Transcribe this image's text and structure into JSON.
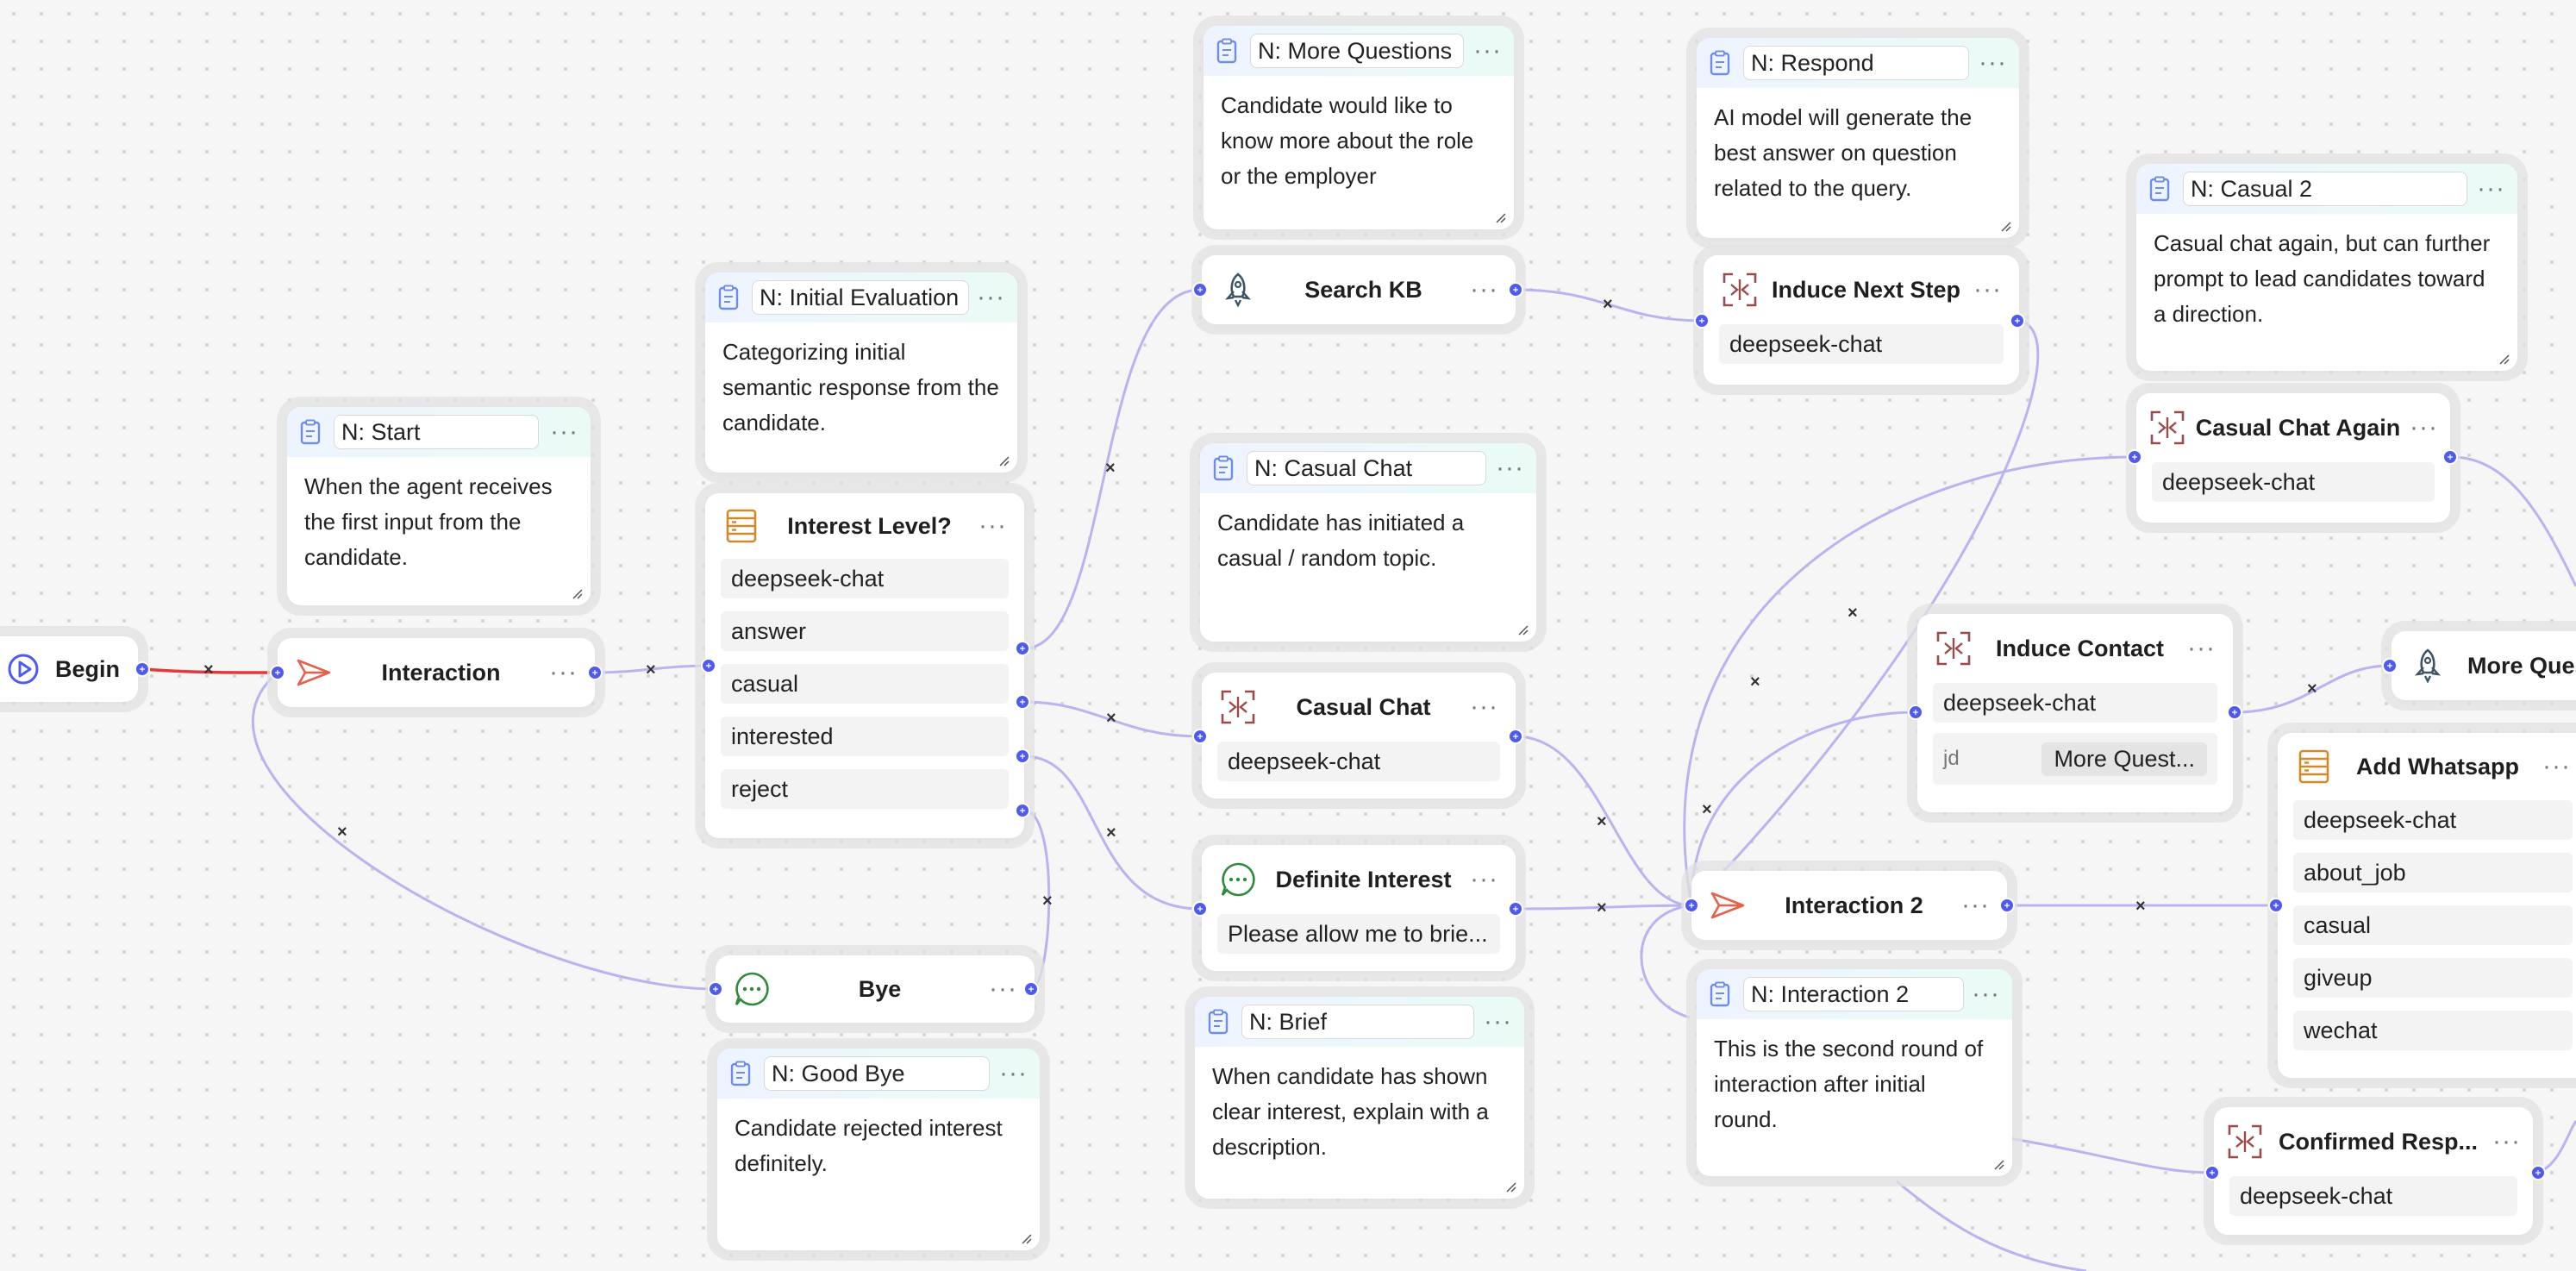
{
  "canvas": {
    "dot_color": "#d4d4d4",
    "edge_color": "#b9b4f0",
    "active_edge_color": "#e0393e",
    "port_color": "#4f5bf0"
  },
  "begin": {
    "label": "Begin"
  },
  "notes": {
    "start": {
      "title": "N: Start",
      "text": "When the agent receives the first input from the candidate."
    },
    "initial_eval": {
      "title": "N: Initial Evaluation",
      "text": "Categorizing initial semantic response from the candidate."
    },
    "more_questions": {
      "title": "N: More Questions",
      "text": "Candidate would like to know more about the role or the employer"
    },
    "respond": {
      "title": "N: Respond",
      "text": "AI model will generate the best answer on question related to the query."
    },
    "casual2": {
      "title": "N: Casual 2",
      "text": "Casual chat again, but can further prompt to lead candidates toward a direction."
    },
    "casual_chat": {
      "title": "N: Casual Chat",
      "text": "Candidate has initiated a casual / random topic."
    },
    "good_bye": {
      "title": "N: Good Bye",
      "text": "Candidate rejected interest definitely."
    },
    "brief": {
      "title": "N: Brief",
      "text": "When candidate has shown clear interest, explain with a description."
    },
    "interaction2": {
      "title": "N: Interaction 2",
      "text": "This is the second round of interaction after initial round."
    }
  },
  "nodes": {
    "interaction": {
      "title": "Interaction",
      "icon": "send-icon"
    },
    "interest_level": {
      "title": "Interest Level?",
      "icon": "categorize-icon",
      "items": [
        "deepseek-chat",
        "answer",
        "casual",
        "interested",
        "reject"
      ]
    },
    "bye": {
      "title": "Bye",
      "icon": "message-icon"
    },
    "search_kb": {
      "title": "Search KB",
      "icon": "rocket-icon"
    },
    "casual_chat": {
      "title": "Casual Chat",
      "icon": "switch-icon",
      "model": "deepseek-chat"
    },
    "definite_interest": {
      "title": "Definite Interest",
      "icon": "message-icon",
      "text": "Please allow me to brie..."
    },
    "induce_next_step": {
      "title": "Induce Next Step",
      "icon": "switch-icon",
      "model": "deepseek-chat"
    },
    "interaction2": {
      "title": "Interaction 2",
      "icon": "send-icon"
    },
    "casual_chat_again": {
      "title": "Casual Chat Again",
      "icon": "switch-icon",
      "model": "deepseek-chat"
    },
    "induce_contact": {
      "title": "Induce Contact",
      "icon": "switch-icon",
      "model": "deepseek-chat",
      "jd_label": "jd",
      "jd_value": "More Quest..."
    },
    "more_questions": {
      "title": "More Ques",
      "icon": "rocket-icon"
    },
    "add_whatsapp": {
      "title": "Add Whatsapp",
      "icon": "categorize-icon",
      "items": [
        "deepseek-chat",
        "about_job",
        "casual",
        "giveup",
        "wechat"
      ]
    },
    "confirmed_resp": {
      "title": "Confirmed Resp...",
      "icon": "switch-icon",
      "model": "deepseek-chat"
    }
  },
  "ui": {
    "more": "···"
  }
}
